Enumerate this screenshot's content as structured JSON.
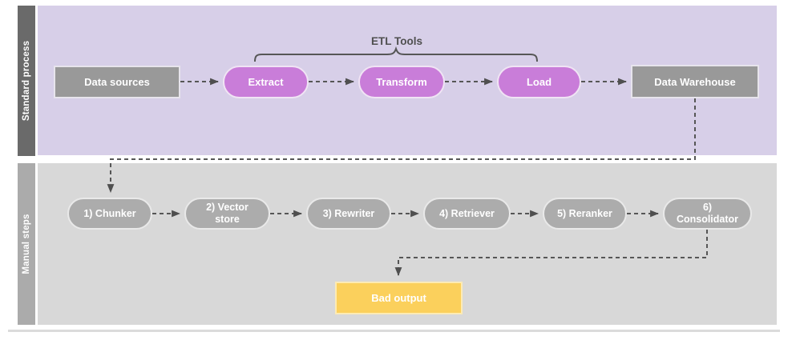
{
  "diagram": {
    "lanes": {
      "standard": {
        "label": "Standard process"
      },
      "manual": {
        "label": "Manual steps"
      }
    },
    "etl_group_label": "ETL Tools",
    "standard_nodes": {
      "data_sources": "Data sources",
      "extract": "Extract",
      "transform": "Transform",
      "load": "Load",
      "data_warehouse": "Data Warehouse"
    },
    "manual_nodes": {
      "chunker": "1) Chunker",
      "vector_store": "2) Vector store",
      "rewriter": "3) Rewriter",
      "retriever": "4) Retriever",
      "reranker": "5) Reranker",
      "consolidator": "6) Consolidator"
    },
    "output_node": "Bad output",
    "colors": {
      "lane_standard_bar": "#6A6A6A",
      "lane_standard_bg": "#D7CFE8",
      "lane_manual_bar": "#ABABAB",
      "lane_manual_bg": "#D8D8D8",
      "etl_pill": "#C97DD9",
      "gray_box": "#999999",
      "gray_pill": "#ACACAC",
      "bad_output_box": "#FBD05C",
      "connector": "#565656",
      "label_text": "#4F4F4F"
    }
  }
}
